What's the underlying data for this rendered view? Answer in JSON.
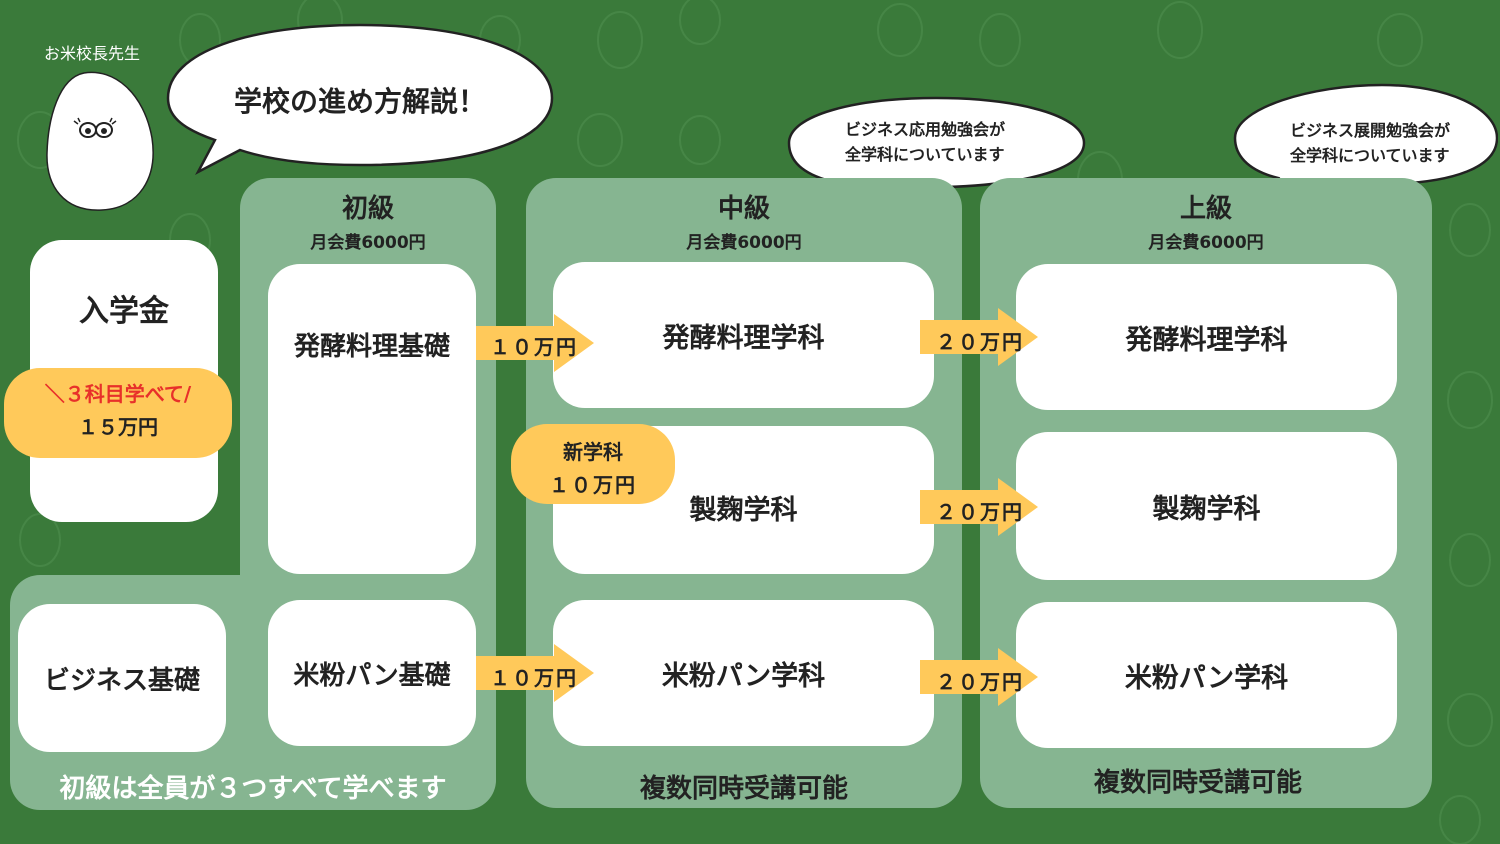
{
  "mascot": {
    "name": "お米校長先生"
  },
  "title_bubble": {
    "text": "学校の進め方解説！"
  },
  "info_bubbles": [
    {
      "line1": "ビジネス応用勉強会が",
      "line2": "全学科についています"
    },
    {
      "line1": "ビジネス展開勉強会が",
      "line2": "全学科についています"
    }
  ],
  "enrollment": {
    "title": "入学金",
    "badge_line1": "＼３科目学べて/",
    "badge_line2": "１５万円"
  },
  "levels": {
    "beginner": {
      "title": "初級",
      "fee": "月会費6000円",
      "footer": "初級は全員が３つすべて学べます"
    },
    "intermediate": {
      "title": "中級",
      "fee": "月会費6000円",
      "footer": "複数同時受講可能"
    },
    "advanced": {
      "title": "上級",
      "fee": "月会費6000円",
      "footer": "複数同時受講可能"
    }
  },
  "courses": {
    "business_basic": "ビジネス基礎",
    "ferment_basic": "発酵料理基礎",
    "rice_bread_basic": "米粉パン基礎",
    "mid_ferment": "発酵料理学科",
    "mid_koji": "製麹学科",
    "mid_bread": "米粉パン学科",
    "adv_ferment": "発酵料理学科",
    "adv_koji": "製麹学科",
    "adv_bread": "米粉パン学科"
  },
  "new_badge": {
    "line1": "新学科",
    "line2": "１０万円"
  },
  "arrows": {
    "b2m_ferment": "１０万円",
    "b2m_bread": "１０万円",
    "m2a_ferment": "２０万円",
    "m2a_koji": "２０万円",
    "m2a_bread": "２０万円"
  },
  "colors": {
    "background": "#3a7a3a",
    "panel": "#86b591",
    "card": "#ffffff",
    "badge": "#ffc95a",
    "accent_red": "#e8302a"
  }
}
